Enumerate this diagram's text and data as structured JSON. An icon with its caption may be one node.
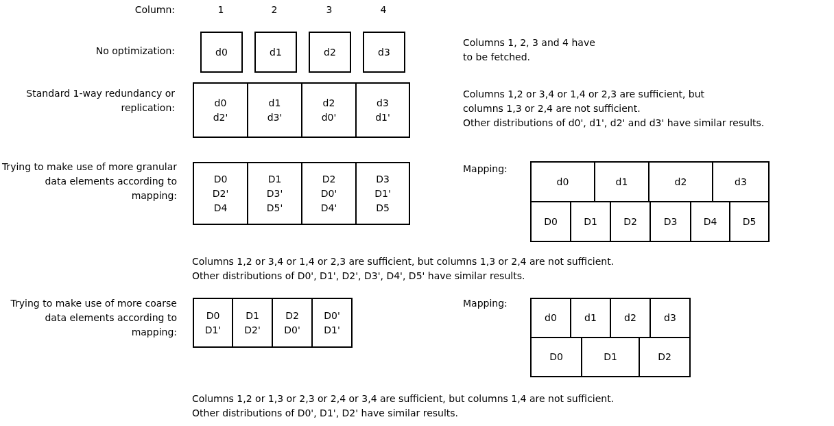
{
  "diagram": {
    "nodes": [
      {
        "text": [
          "d0"
        ]
      },
      {
        "text": [
          "d1"
        ]
      },
      {
        "text": [
          "d2"
        ]
      },
      {
        "text": [
          "d3"
        ]
      },
      {
        "text": [
          "d0",
          "d2'"
        ]
      },
      {
        "text": [
          "d1",
          "d3'"
        ]
      },
      {
        "text": [
          "d2",
          "d0'"
        ]
      },
      {
        "text": [
          "d3",
          "d1'"
        ]
      },
      {
        "text": [
          "D0",
          "D2'",
          "D4"
        ]
      },
      {
        "text": [
          "D1",
          "D3'",
          "D5'"
        ]
      },
      {
        "text": [
          "D2",
          "D0'",
          "D4'"
        ]
      },
      {
        "text": [
          "D3",
          "D1'",
          "D5"
        ]
      },
      {
        "text": [
          "d0"
        ]
      },
      {
        "text": [
          "d1"
        ]
      },
      {
        "text": [
          "d2"
        ]
      },
      {
        "text": [
          "d3"
        ]
      },
      {
        "text": [
          "D0"
        ]
      },
      {
        "text": [
          "D1"
        ]
      },
      {
        "text": [
          "D2"
        ]
      },
      {
        "text": [
          "D3"
        ]
      },
      {
        "text": [
          "D4"
        ]
      },
      {
        "text": [
          "D5"
        ]
      },
      {
        "text": [
          "D0",
          "D1'"
        ]
      },
      {
        "text": [
          "D1",
          "D2'"
        ]
      },
      {
        "text": [
          "D2",
          "D0'"
        ]
      },
      {
        "text": [
          "D0'",
          "D1'"
        ]
      },
      {
        "text": [
          "d0"
        ]
      },
      {
        "text": [
          "d1"
        ]
      },
      {
        "text": [
          "d2"
        ]
      },
      {
        "text": [
          "d3"
        ]
      },
      {
        "text": [
          "D0"
        ]
      },
      {
        "text": [
          "D1"
        ]
      },
      {
        "text": [
          "D2"
        ]
      }
    ],
    "labels": [
      "Column:",
      "1",
      "2",
      "3",
      "4",
      "No optimization:",
      "Columns 1, 2, 3 and 4 have to be fetched.",
      "Standard 1-way redundancy or replication:",
      "Columns 1,2 or 3,4 or 1,4 or 2,3 are sufficient, but columns 1,3 or 2,4 are not sufficient.",
      "Other distributions of d0', d1', d2' and d3' have similar results.",
      "Trying to make use of more granular data elements according to mapping:",
      "Mapping:",
      "Columns 1,2 or 3,4 or 1,4 or 2,3 are sufficient, but columns 1,3 or 2,4 are not sufficient.",
      "Other distributions of D0', D1', D2', D3', D4', D5' have similar results.",
      "Trying to make use of more coarse data elements according to mapping:",
      "Mapping:",
      "Columns 1,2 or 1,3 or 2,3 or 2,4 or 3,4 are sufficient, but columns 1,4 are not sufficient.",
      "Other distributions of D0', D1', D2' have similar results."
    ]
  }
}
